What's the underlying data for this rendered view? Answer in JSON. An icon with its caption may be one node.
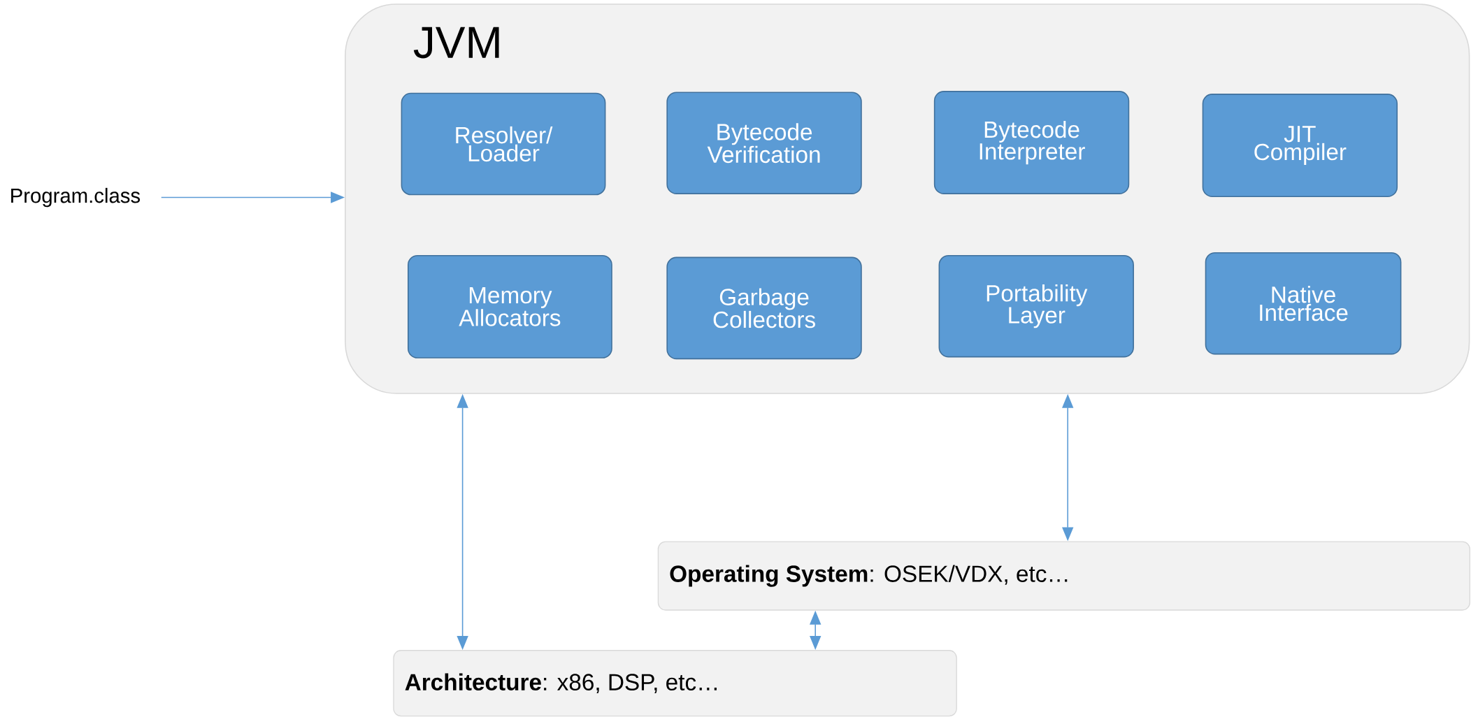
{
  "diagram": {
    "nodes": [
      {
        "text": [
          "Program.class"
        ]
      },
      {
        "text": [
          "JVM"
        ]
      },
      {
        "text": [
          "Resolver/ Loader"
        ],
        "in": 1
      },
      {
        "text": [
          "Bytecode Verification"
        ],
        "in": 1
      },
      {
        "text": [
          "Bytecode Interpreter"
        ],
        "in": 1
      },
      {
        "text": [
          "JIT Compiler"
        ],
        "in": 1
      },
      {
        "text": [
          "Memory Allocators"
        ],
        "in": 1
      },
      {
        "text": [
          "Garbage Collectors"
        ],
        "in": 1
      },
      {
        "text": [
          "Portability Layer"
        ],
        "in": 1
      },
      {
        "text": [
          "Native Interface"
        ],
        "in": 1
      },
      {
        "text": [
          "**Operating System**: OSEK/VDX, etc…"
        ]
      },
      {
        "text": [
          "**Architecture**: x86, DSP, etc…"
        ]
      }
    ],
    "edges": [
      {
        "from": 0,
        "to": 1,
        "arrow": "to"
      },
      {
        "from": 1,
        "to": 11,
        "arrow": "both"
      },
      {
        "from": 1,
        "to": 10,
        "arrow": "both"
      },
      {
        "from": 10,
        "to": 11,
        "arrow": "both"
      }
    ]
  }
}
